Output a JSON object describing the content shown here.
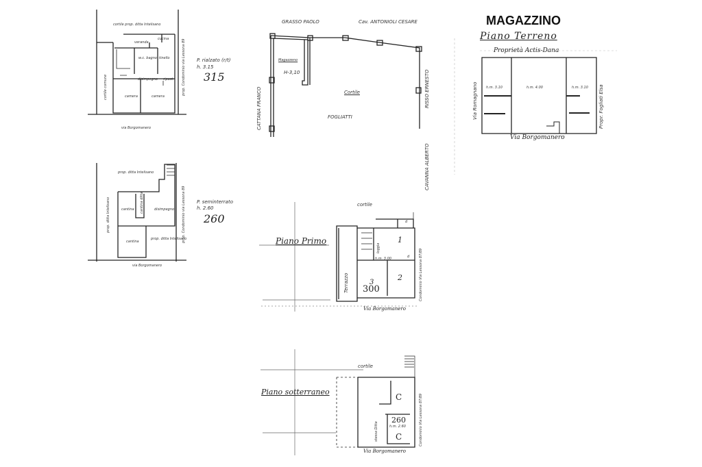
{
  "title": "MAGAZZINO",
  "plan_rialzato": {
    "label": "P. rialzato (r/t)",
    "height": "h. 3.15",
    "handwritten": "315",
    "rooms": [
      "cortile prop. ditta Intelisano",
      "veranda",
      "cucina",
      "w.c. bagno",
      "tinello",
      "disimpegno",
      "ripost.",
      "camera",
      "camera",
      "cortile comune"
    ],
    "neighbour": "prop. Condominio via Lessona 89",
    "street": "via Borgomanero"
  },
  "plan_seminterrato": {
    "label": "P. seminterrato",
    "height": "h. 2.60",
    "handwritten": "260",
    "rooms": [
      "prop. ditta Intelisano",
      "cantina",
      "cantina ditta",
      "disimpegno",
      "cantina",
      "prop. ditta Intelisano",
      "prop. ditta Intelisano"
    ],
    "neighbour": "prop. Condominio via Lessona 89",
    "street": "via Borgomanero"
  },
  "plan_cortile": {
    "neighbours_top": [
      "GRASSO PAOLO",
      "Cav. ANTONIOLI CESARE"
    ],
    "neighbour_left": "CATTANA FRANCO",
    "neighbour_right": "RISSO ERNESTO",
    "neighbour_right_lower": "CAVANNA ALBERTO",
    "room": "Magazzeno",
    "height": "H-3,10",
    "courtyard": "Cortile",
    "owner": "FOGLIATTI"
  },
  "plan_terreno": {
    "label": "Piano Terreno",
    "top": "Proprietà Actis-Dana",
    "left": "Via Romagnano",
    "right": "Propr. Fogliati Elsa",
    "street": "Via Borgomanero",
    "heights": [
      "h.m. 3.10",
      "h.m. 4.00",
      "h.m. 3.10"
    ]
  },
  "plan_primo": {
    "label": "Piano Primo",
    "courtyard": "cortile",
    "terrace": "Terrazzo",
    "rooms": [
      "loggia",
      "1",
      "2",
      "3",
      "d",
      "d"
    ],
    "height": "h.m. 3.00",
    "handwritten": "300",
    "neighbour": "Condominio Via Lessona 87/89",
    "street": "Via Borgomanero"
  },
  "plan_sotterraneo": {
    "label": "Piano sotterraneo",
    "courtyard": "cortile",
    "rooms": [
      "C",
      "C"
    ],
    "side": "stessa Ditta",
    "handwritten": "260",
    "height": "h.m. 2.60",
    "neighbour": "Condominio Via Lessona 87/89",
    "street": "Via Borgomanero"
  }
}
